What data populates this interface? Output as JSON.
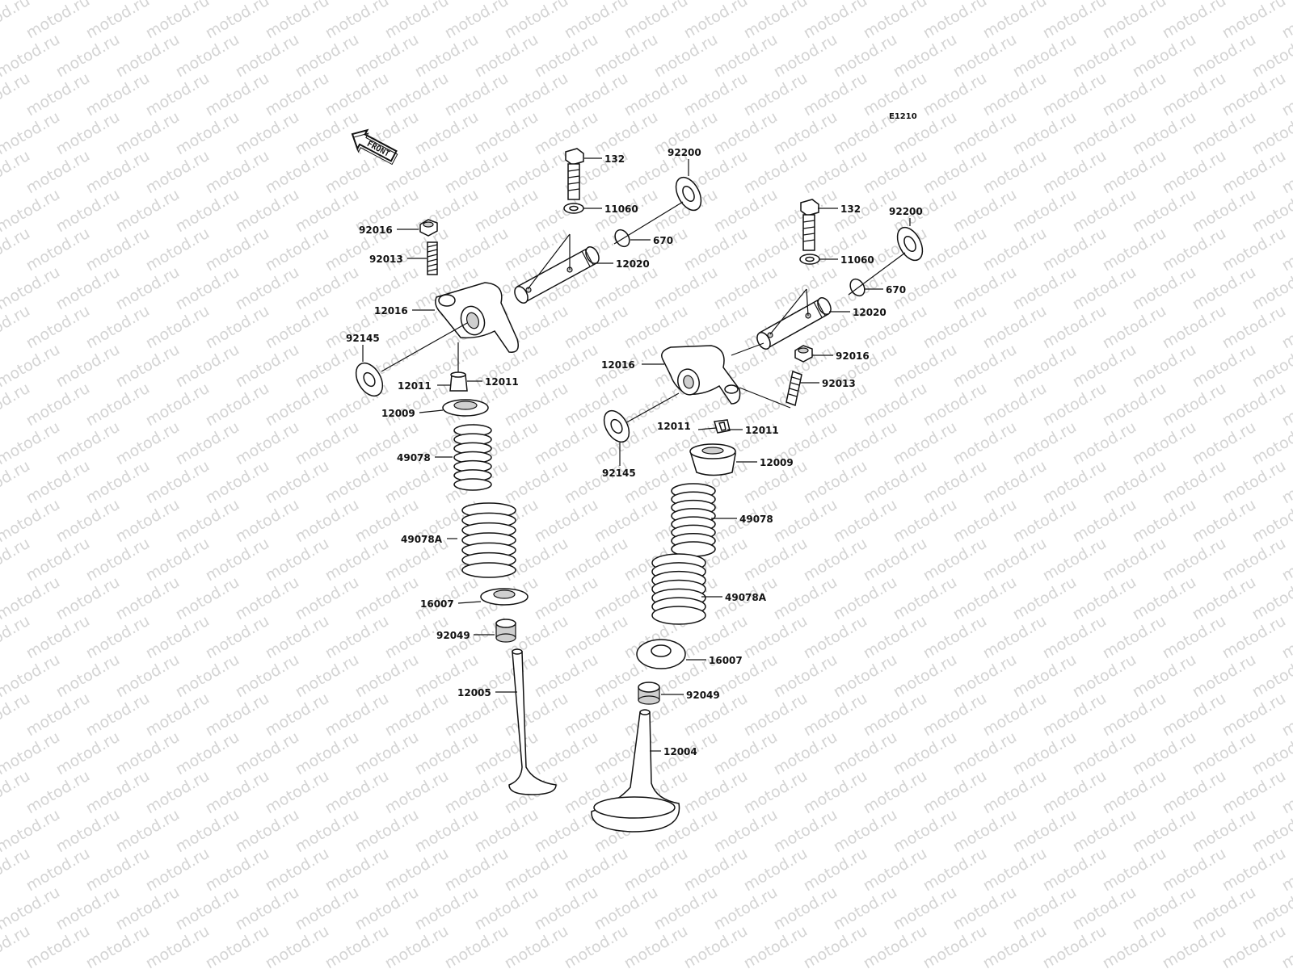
{
  "watermark": "motod.ru",
  "diagram_code": "E1210",
  "front_arrow": "FRONT",
  "labels": {
    "L_132": "132",
    "L_11060": "11060",
    "L_92200": "92200",
    "L_670": "670",
    "L_12020": "12020",
    "L_92016": "92016",
    "L_92013": "92013",
    "L_12016": "12016",
    "L_92145": "92145",
    "L_12011a": "12011",
    "L_12011b": "12011",
    "L_12009": "12009",
    "L_49078": "49078",
    "L_49078A": "49078A",
    "L_16007": "16007",
    "L_92049": "92049",
    "L_12005": "12005",
    "R_132": "132",
    "R_11060": "11060",
    "R_92200": "92200",
    "R_670": "670",
    "R_12020": "12020",
    "R_92016": "92016",
    "R_92013": "92013",
    "R_12016": "12016",
    "R_92145": "92145",
    "R_12011a": "12011",
    "R_12011b": "12011",
    "R_12009": "12009",
    "R_49078": "49078",
    "R_49078A": "49078A",
    "R_16007": "16007",
    "R_92049": "92049",
    "R_12004": "12004"
  }
}
